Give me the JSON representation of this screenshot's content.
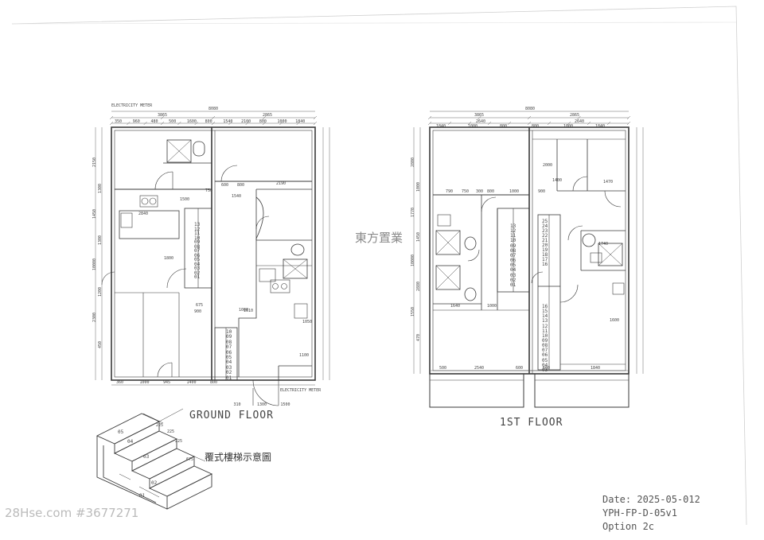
{
  "ground_floor": {
    "title": "GROUND FLOOR",
    "meter_label_top": "ELECTRICITY METER",
    "meter_label_bottom": "ELECTRICITY METER",
    "dims_top": [
      "8080",
      "3865",
      "2865",
      "350",
      "960",
      "480",
      "500",
      "1600",
      "800",
      "1540",
      "2100",
      "800",
      "1000",
      "1840"
    ],
    "dims_left": [
      "2150",
      "1300",
      "1450",
      "1300",
      "10000",
      "1200",
      "2300",
      "450"
    ],
    "dims_bottom": [
      "360",
      "1000",
      "945",
      "1400",
      "800",
      "310",
      "1300",
      "1500"
    ],
    "dims_inner": [
      "2840",
      "1800",
      "1540",
      "2190",
      "600",
      "800",
      "750",
      "1500",
      "1000",
      "900",
      "675",
      "1610",
      "1100",
      "1050"
    ],
    "stair_top": [
      "13",
      "12",
      "11",
      "10",
      "09",
      "08",
      "07",
      "06",
      "05",
      "04",
      "03",
      "02",
      "01"
    ],
    "stair_bottom": [
      "10",
      "09",
      "08",
      "07",
      "06",
      "05",
      "04",
      "03",
      "02",
      "01"
    ]
  },
  "first_floor": {
    "title": "1ST FLOOR",
    "dims_top": [
      "8080",
      "3865",
      "2865",
      "2640",
      "2640",
      "1840",
      "1000",
      "800",
      "800",
      "1000",
      "1840"
    ],
    "dims_left": [
      "2800",
      "1000",
      "1770",
      "1450",
      "10000",
      "2880",
      "1550",
      "470"
    ],
    "dims_bottom": [
      "500",
      "2540",
      "600",
      "600",
      "1840"
    ],
    "dims_inner": [
      "790",
      "750",
      "300",
      "800",
      "1000",
      "1640",
      "1000",
      "900",
      "1470",
      "1400",
      "2000",
      "1740",
      "1600"
    ],
    "stair_left": [
      "13",
      "12",
      "11",
      "10",
      "09",
      "08",
      "07",
      "06",
      "05",
      "04",
      "03",
      "02",
      "01"
    ],
    "stair_right_top": [
      "25",
      "24",
      "23",
      "22",
      "21",
      "20",
      "19",
      "18",
      "17",
      "16"
    ],
    "stair_right_bottom": [
      "16",
      "15",
      "14",
      "13",
      "12",
      "11",
      "10",
      "09",
      "08",
      "07",
      "06",
      "05",
      "04",
      "03"
    ]
  },
  "stamp_text": "東方置業",
  "stair_diagram": {
    "caption": "覆式樓梯示意圖",
    "step_labels": [
      "05",
      "04",
      "03",
      "02",
      "01"
    ],
    "dim_labels": [
      "225",
      "225",
      "675",
      "225"
    ]
  },
  "info_block": {
    "date": "Date: 2025-05-012",
    "code": "YPH-FP-D-05v1",
    "option": "Option 2c"
  },
  "watermark": "28Hse.com #3677271",
  "colors": {
    "line": "#3a3a3a",
    "dim": "#666666",
    "paper": "#ffffff",
    "stamp": "#8a8a8a"
  }
}
